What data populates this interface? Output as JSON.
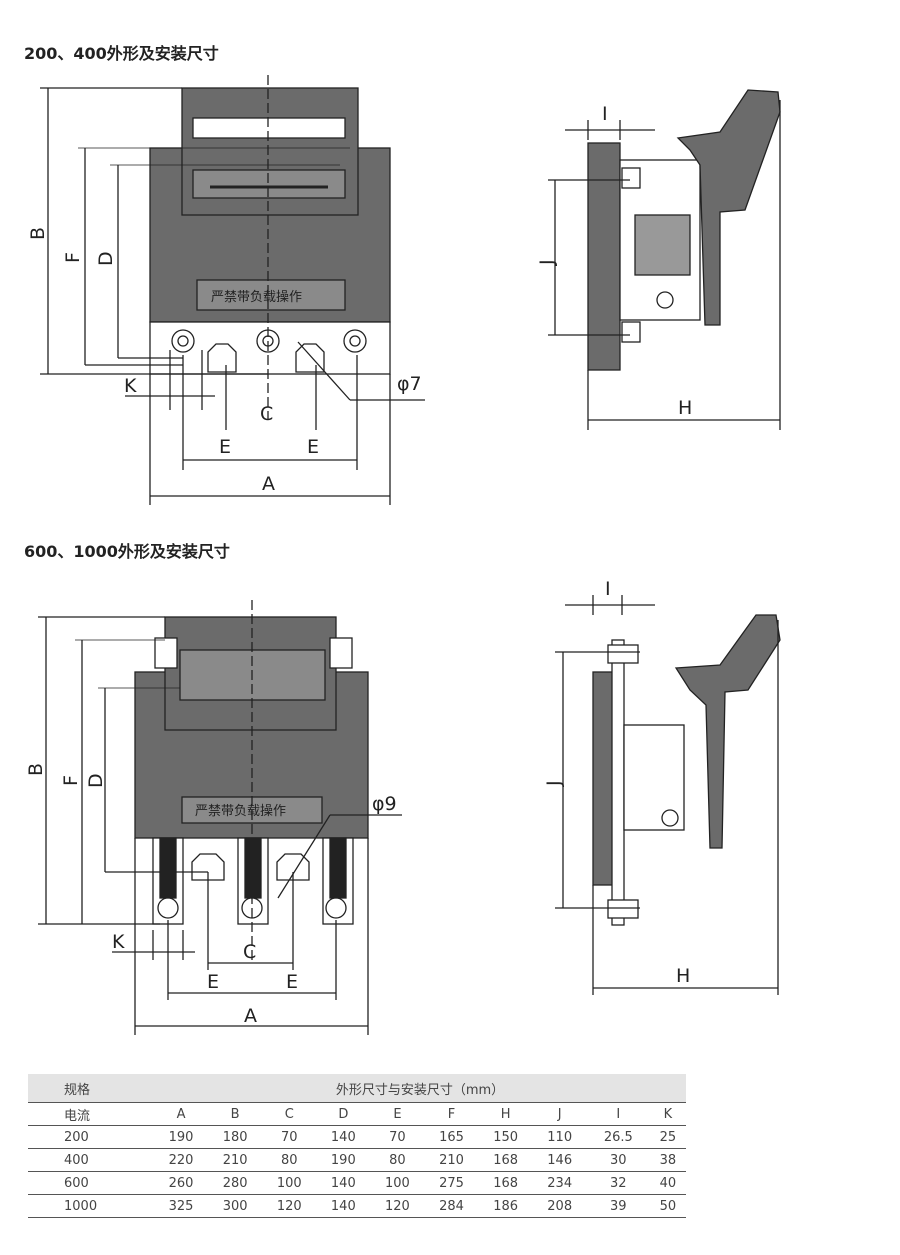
{
  "section1": {
    "title": "200、400外形及安装尺寸",
    "warning": "严禁带负载操作",
    "labels": {
      "B": "B",
      "F": "F",
      "D": "D",
      "K": "K",
      "C": "C",
      "E1": "E",
      "E2": "E",
      "A": "A",
      "hole": "φ7",
      "I": "I",
      "J": "J",
      "H": "H"
    }
  },
  "section2": {
    "title": "600、1000外形及安装尺寸",
    "warning": "严禁带负载操作",
    "labels": {
      "B": "B",
      "F": "F",
      "D": "D",
      "K": "K",
      "C": "C",
      "E1": "E",
      "E2": "E",
      "A": "A",
      "hole": "φ9",
      "I": "I",
      "J": "J",
      "H": "H"
    }
  },
  "table": {
    "spec_header": "规格",
    "group_header": "外形尺寸与安装尺寸（mm）",
    "columns": [
      "电流",
      "A",
      "B",
      "C",
      "D",
      "E",
      "F",
      "H",
      "J",
      "I",
      "K"
    ],
    "rows": [
      [
        "200",
        "190",
        "180",
        "70",
        "140",
        "70",
        "165",
        "150",
        "110",
        "26.5",
        "25"
      ],
      [
        "400",
        "220",
        "210",
        "80",
        "190",
        "80",
        "210",
        "168",
        "146",
        "30",
        "38"
      ],
      [
        "600",
        "260",
        "280",
        "100",
        "140",
        "100",
        "275",
        "168",
        "234",
        "32",
        "40"
      ],
      [
        "1000",
        "325",
        "300",
        "120",
        "140",
        "120",
        "284",
        "186",
        "208",
        "39",
        "50"
      ]
    ]
  }
}
